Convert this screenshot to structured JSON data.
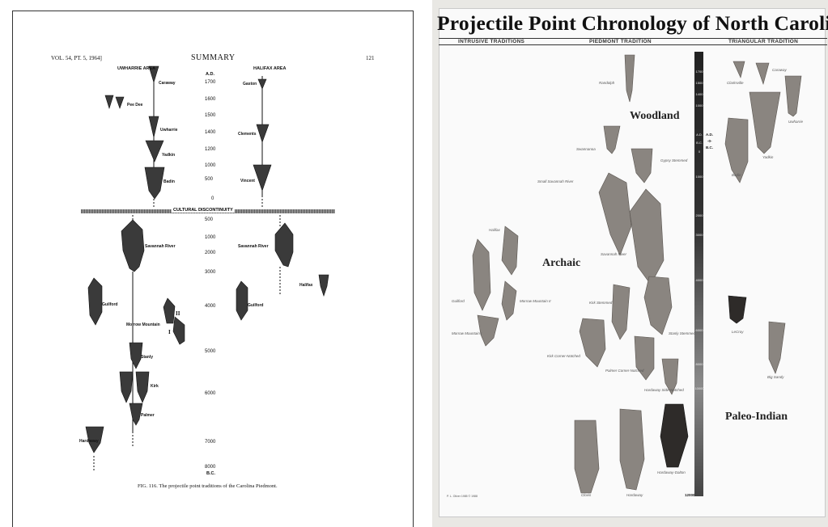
{
  "left_page": {
    "header_left": "VOL. 54, PT. 5, 1964]",
    "header_center": "SUMMARY",
    "header_right": "121",
    "area_left": "UWHARRIE AREA",
    "area_right": "HALIFAX AREA",
    "ad_label": "A.D.",
    "bc_label": "B.C.",
    "ticks_ad": [
      "1700",
      "1600",
      "1500",
      "1400",
      "1200",
      "1000",
      "500",
      "0"
    ],
    "ticks_bc": [
      "500",
      "1000",
      "2000",
      "3000",
      "4000",
      "5000",
      "6000",
      "7000",
      "8000"
    ],
    "discontinuity": "CULTURAL DISCONTINUITY",
    "points": {
      "caraway": "Caraway",
      "pee_dee": "Pee Dee",
      "uwharrie": "Uwharrie",
      "yadkin": "Yadkin",
      "badin": "Badin",
      "gaston": "Gaston",
      "clements": "Clements",
      "vincent": "Vincent",
      "savannah_river_left": "Savannah River",
      "savannah_river_right": "Savannah River",
      "halifax": "Halifax",
      "guilford_left": "Guilford",
      "guilford_right": "Guilford",
      "morrow_mountain": "Morrow Mountain",
      "roman_ii": "II",
      "roman_i": "I",
      "stanly": "Stanly",
      "kirk": "Kirk",
      "palmer": "Palmer",
      "hardaway": "Hardaway"
    },
    "caption": "FIG. 116.  The projectile point traditions of the Carolina Piedmont."
  },
  "poster": {
    "title": "Projectile Point Chronology of North Carolina",
    "traditions": [
      "INTRUSIVE TRADITIONS",
      "PIEDMONT TRADITION",
      "TRIANGULAR TRADITION"
    ],
    "periods": {
      "woodland": "Woodland",
      "archaic": "Archaic",
      "paleo": "Paleo-Indian"
    },
    "labels": {
      "randolph": "Randolph",
      "swannanoa": "Swannanoa",
      "gypsy": "Gypsy Stemmed",
      "small_savannah": "Small Savannah River",
      "savannah": "Savannah River",
      "halifax": "Halifax",
      "guilford": "Guilford",
      "morrow_ii": "Morrow Mountain II",
      "morrow_i": "Morrow Mountain I",
      "kirk_stemmed": "Kirk Stemmed",
      "stanly": "Stanly Stemmed",
      "kirk_corner": "Kirk Corner-Notched",
      "palmer": "Palmer Corner-Notched",
      "hardaway_side": "Hardaway Side-Notched",
      "clovis": "Clovis",
      "hardaway": "Hardaway",
      "hardaway_dalton": "Hardaway-Dalton",
      "clarksville": "Clarksville",
      "caraway": "Caraway",
      "uwharrie": "Uwharrie",
      "badin": "Badin",
      "yadkin": "Yadkin",
      "lecroy": "LeCroy",
      "big_sandy": "Big Sandy"
    },
    "scale_ticks": [
      "1700",
      "1500",
      "1400",
      "1000",
      "A.D.",
      "0",
      "B.C.",
      "1000",
      "2000",
      "3000",
      "4000",
      "6000",
      "8000",
      "10000",
      "12000"
    ],
    "side_ticks": [
      "A.D.",
      "-0-",
      "B.C."
    ],
    "credit": "P. L. Oliver 1985 © 1988"
  }
}
